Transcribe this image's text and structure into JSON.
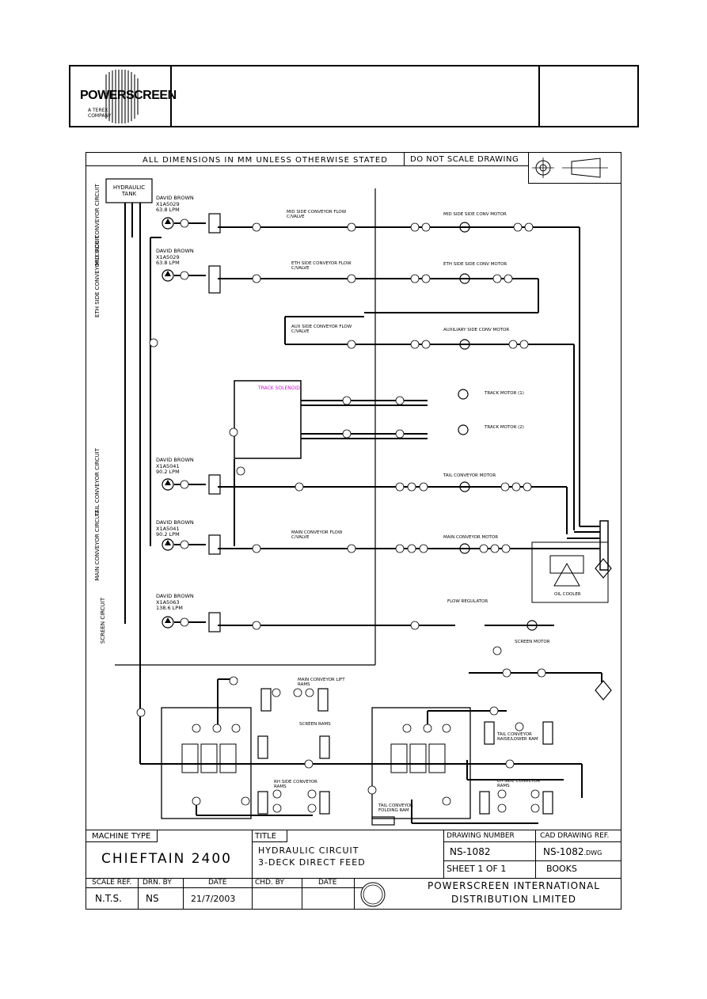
{
  "header": {
    "logo_text": "POWERSCREEN",
    "logo_sub1": "A TEREX",
    "logo_sub2": "COMPANY"
  },
  "frame": {
    "dimensions_note": "ALL DIMENSIONS IN MM UNLESS OTHERWISE STATED",
    "scale_note": "DO NOT SCALE DRAWING"
  },
  "circuits": {
    "tank": "HYDRAULIC TANK",
    "mid_side": "MID SIDE CONVEYOR CIRCUIT",
    "eth_side": "ETH SIDE CONVEYOR CIRCUIT",
    "tail": "TAIL CONVEYOR CIRCUIT",
    "main": "MAIN CONVEYOR CIRCUIT",
    "screen": "SCREEN CIRCUIT"
  },
  "pumps": [
    {
      "maker": "DAVID BROWN",
      "model": "X1A5029",
      "flow": "63.8 LPM"
    },
    {
      "maker": "DAVID BROWN",
      "model": "X1A5029",
      "flow": "63.8 LPM"
    },
    {
      "maker": "DAVID BROWN",
      "model": "X1A5041",
      "flow": "90.2 LPM"
    },
    {
      "maker": "DAVID BROWN",
      "model": "X1A5041",
      "flow": "90.2 LPM"
    },
    {
      "maker": "DAVID BROWN",
      "model": "X1A5063",
      "flow": "138.6 LPM"
    }
  ],
  "labels": {
    "track_solenoid": "TRACK SOLENOID",
    "mid_valve": "MID SIDE CONVEYOR FLOW C/VALVE",
    "mid_motor": "MID SIDE SIDE CONV MOTOR",
    "eth_valve": "ETH SIDE CONVEYOR FLOW C/VALVE",
    "eth_motor": "ETH SIDE SIDE CONV MOTOR",
    "aux_valve": "AUX SIDE CONVEYOR FLOW C/VALVE",
    "aux_motor": "AUXILIARY SIDE CONV MOTOR",
    "track1": "TRACK MOTOR (1)",
    "track2": "TRACK MOTOR (2)",
    "tail_motor": "TAIL CONVEYOR MOTOR",
    "main_valve": "MAIN CONVEYOR FLOW C/VALVE",
    "main_motor": "MAIN CONVEYOR MOTOR",
    "oil_cooler": "OIL COOLER",
    "flow_reg": "FLOW REGULATOR",
    "screen_motor": "SCREEN MOTOR",
    "main_lift": "MAIN CONVEYOR LIFT RAMS",
    "screen_rams": "SCREEN RAMS",
    "rh_side": "RH SIDE CONVEYOR RAMS",
    "lh_side": "LH SIDE CONVEYOR RAMS",
    "tail_raise": "TAIL CONVEYOR RAISE/LOWER RAM",
    "tail_fold": "TAIL CONVEYOR FOLDING RAM"
  },
  "title_block": {
    "machine_type_label": "MACHINE TYPE",
    "machine_type": "CHIEFTAIN 2400",
    "title_label": "TITLE",
    "title_line1": "HYDRAULIC CIRCUIT",
    "title_line2": "3-DECK DIRECT FEED",
    "drawing_number_label": "DRAWING NUMBER",
    "drawing_number": "NS-1082",
    "sheet": "SHEET 1 OF 1",
    "cad_ref_label": "CAD DRAWING REF.",
    "cad_ref": "NS-1082",
    "cad_ext": ".DWG",
    "books": "BOOKS",
    "scale_ref_label": "SCALE REF.",
    "scale_ref": "N.T.S.",
    "drn_by_label": "DRN. BY",
    "drn_by": "NS",
    "date_label": "DATE",
    "date": "21/7/2003",
    "chd_by_label": "CHD. BY",
    "date2_label": "DATE",
    "company_line1": "POWERSCREEN INTERNATIONAL",
    "company_line2": "DISTRIBUTION LIMITED"
  }
}
